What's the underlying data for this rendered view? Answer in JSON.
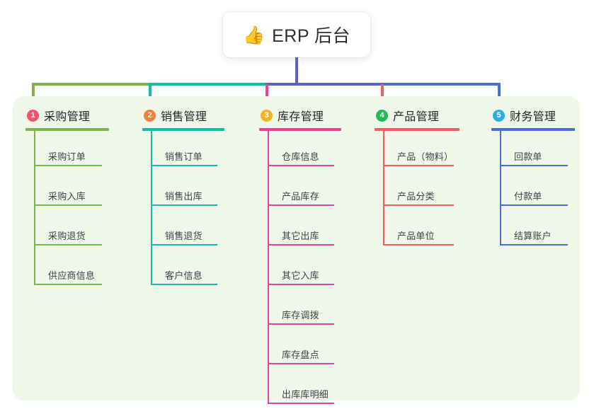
{
  "root": {
    "icon": "thumbs-up-icon",
    "emoji": "👍",
    "title": "ERP 后台"
  },
  "colors": {
    "panel_bg": "#eef7e8",
    "trunk": "#5a62c4",
    "card_bg": "#ffffff",
    "text": "#3d434b"
  },
  "columns": [
    {
      "number": "1",
      "title": "采购管理",
      "line_color": "#7ab648",
      "badge_color": "#f2536a",
      "items": [
        {
          "label": "采购订单"
        },
        {
          "label": "采购入库"
        },
        {
          "label": "采购退货"
        },
        {
          "label": "供应商信息"
        }
      ]
    },
    {
      "number": "2",
      "title": "销售管理",
      "line_color": "#16b8ac",
      "badge_color": "#f5803e",
      "items": [
        {
          "label": "销售订单"
        },
        {
          "label": "销售出库"
        },
        {
          "label": "销售退货"
        },
        {
          "label": "客户信息"
        }
      ]
    },
    {
      "number": "3",
      "title": "库存管理",
      "line_color": "#e2459a",
      "badge_color": "#f5b321",
      "items": [
        {
          "label": "仓库信息"
        },
        {
          "label": "产品库存"
        },
        {
          "label": "其它出库"
        },
        {
          "label": "其它入库"
        },
        {
          "label": "库存调拨"
        },
        {
          "label": "库存盘点"
        },
        {
          "label": "出库库明细"
        }
      ]
    },
    {
      "number": "4",
      "title": "产品管理",
      "line_color": "#f65d5d",
      "badge_color": "#22bb55",
      "items": [
        {
          "label": "产品（物料）"
        },
        {
          "label": "产品分类"
        },
        {
          "label": "产品单位"
        }
      ]
    },
    {
      "number": "5",
      "title": "财务管理",
      "line_color": "#4a6fd4",
      "badge_color": "#29aee4",
      "items": [
        {
          "label": "回款单"
        },
        {
          "label": "付款单"
        },
        {
          "label": "结算账户"
        }
      ]
    }
  ]
}
